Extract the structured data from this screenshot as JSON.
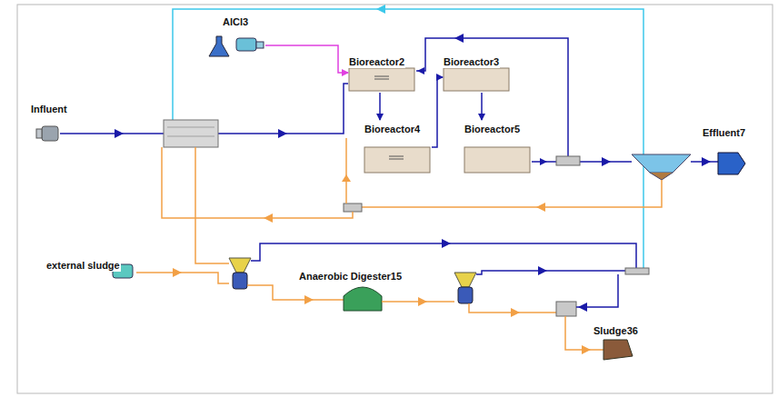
{
  "diagram": {
    "nodes": [
      {
        "text": [
          "Influent"
        ]
      },
      {
        "text": [
          "AlCl3"
        ]
      },
      {
        "text": [
          "Bioreactor2"
        ]
      },
      {
        "text": [
          "Bioreactor3"
        ]
      },
      {
        "text": [
          "Bioreactor4"
        ]
      },
      {
        "text": [
          "Bioreactor5"
        ]
      },
      {
        "text": [
          "Effluent7"
        ]
      },
      {
        "text": [
          "external sludge"
        ]
      },
      {
        "text": [
          "Anaerobic Digester15"
        ]
      },
      {
        "text": [
          "Sludge36"
        ]
      }
    ],
    "edges": [
      {
        "from": 1,
        "to": 2,
        "arrow": "to"
      },
      {
        "from": 2,
        "to": 4,
        "arrow": "to"
      },
      {
        "from": 4,
        "to": 3,
        "arrow": "to"
      },
      {
        "from": 3,
        "to": 5,
        "arrow": "to"
      }
    ]
  }
}
